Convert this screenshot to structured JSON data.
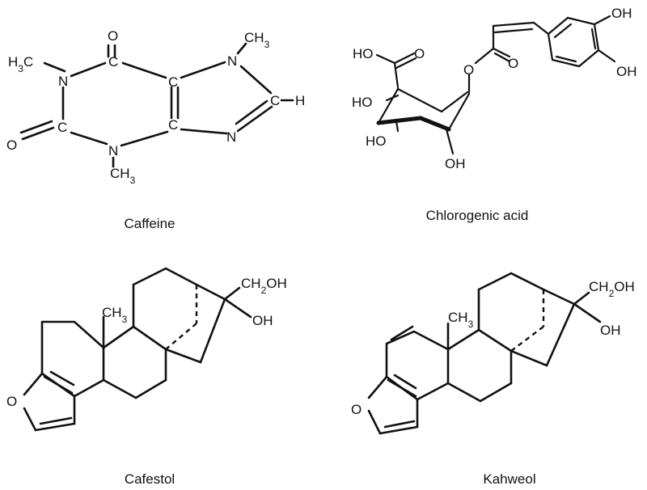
{
  "molecules": {
    "caffeine": {
      "name": "Caffeine",
      "atoms": {
        "o_top": "O",
        "o_left": "O",
        "c_top": "C",
        "c_left": "C",
        "c_fuse_top": "C",
        "c_fuse_bottom": "C",
        "c_right": "C",
        "n_left": "N",
        "n_bottom": "N",
        "n_top": "N",
        "n_right": "N",
        "h": "H",
        "methyl_left": "H3C",
        "methyl_top": "CH3",
        "methyl_bottom": "CH3"
      }
    },
    "chlorogenic_acid": {
      "name": "Chlorogenic acid",
      "atoms": {
        "cooh_ho": "HO",
        "cooh_o": "O",
        "ho_quat": "HO",
        "ho_lower": "HO",
        "oh_bottom": "OH",
        "ester_o": "O",
        "ester_carbonyl_o": "O",
        "oh_ring_top": "OH",
        "oh_ring_right": "OH"
      }
    },
    "cafestol": {
      "name": "Cafestol",
      "atoms": {
        "ch2oh": "CH2OH",
        "oh": "OH",
        "ch3": "CH3",
        "o_furan": "O"
      }
    },
    "kahweol": {
      "name": "Kahweol",
      "atoms": {
        "ch2oh": "CH2OH",
        "oh": "OH",
        "ch3": "CH3",
        "o_furan": "O"
      }
    }
  }
}
